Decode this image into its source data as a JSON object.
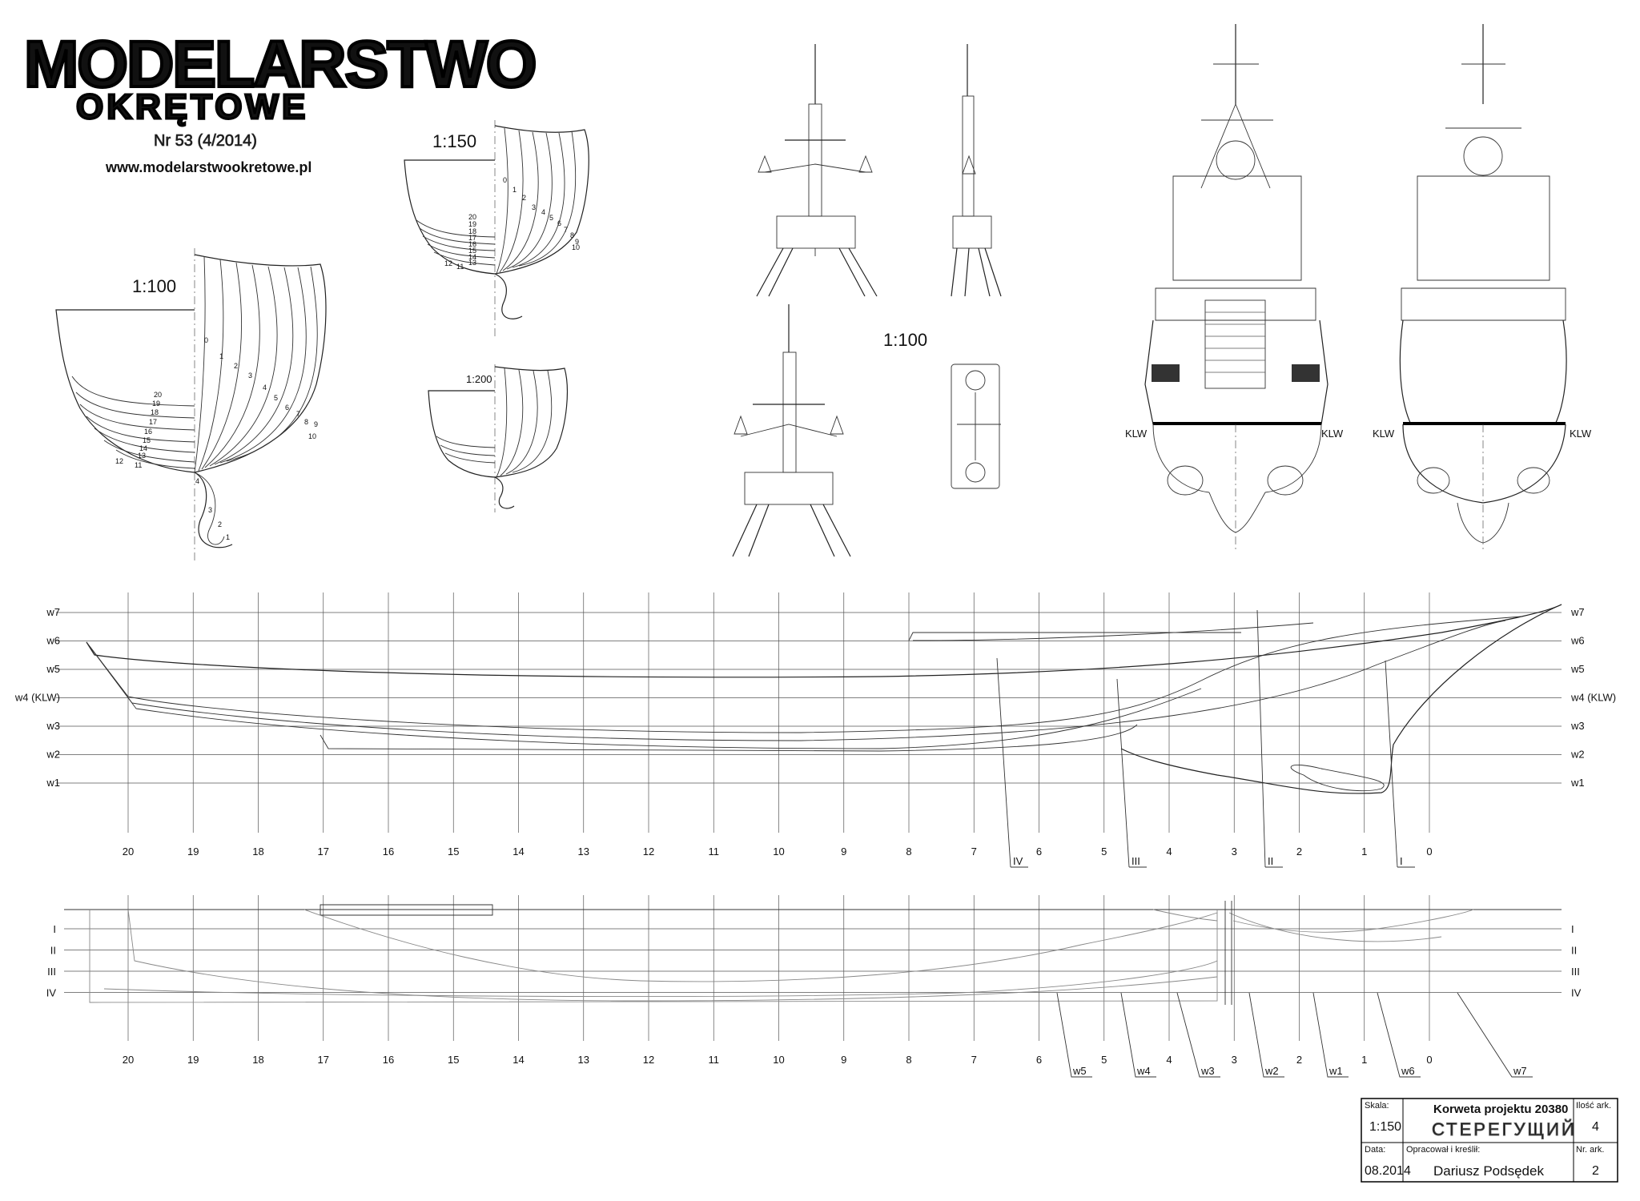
{
  "header": {
    "title_line1": "MODELARSTWO",
    "title_line2": "OKRĘTOWE",
    "issue": "Nr 53 (4/2014)",
    "website": "www.modelarstwookretowe.pl"
  },
  "scales": {
    "body_plan_large": "1:100",
    "body_plan_medium": "1:150",
    "body_plan_small": "1:200",
    "mast_views": "1:100"
  },
  "body_plan": {
    "station_labels_fwd": [
      "0",
      "1",
      "2",
      "3",
      "4",
      "5",
      "6",
      "7",
      "8",
      "9",
      "10"
    ],
    "station_labels_aft": [
      "20",
      "19",
      "18",
      "17",
      "16",
      "15",
      "14",
      "13",
      "12",
      "11"
    ],
    "keel_labels": [
      "4",
      "3",
      "2",
      "1"
    ]
  },
  "front_views": {
    "waterline_label": "KLW"
  },
  "waterline_plan": {
    "levels": [
      "w7",
      "w6",
      "w5",
      "w4 (KLW)",
      "w3",
      "w2",
      "w1"
    ],
    "stations": [
      "20",
      "19",
      "18",
      "17",
      "16",
      "15",
      "14",
      "13",
      "12",
      "11",
      "10",
      "9",
      "8",
      "7",
      "6",
      "5",
      "4",
      "3",
      "2",
      "1",
      "0"
    ],
    "buttock_tags": [
      "IV",
      "III",
      "II",
      "I"
    ]
  },
  "half_breadth_plan": {
    "buttocks": [
      "I",
      "II",
      "III",
      "IV"
    ],
    "stations": [
      "20",
      "19",
      "18",
      "17",
      "16",
      "15",
      "14",
      "13",
      "12",
      "11",
      "10",
      "9",
      "8",
      "7",
      "6",
      "5",
      "4",
      "3",
      "2",
      "1",
      "0"
    ],
    "waterline_tags": [
      "w5",
      "w4",
      "w3",
      "w2",
      "w1",
      "w6",
      "w7"
    ]
  },
  "title_block": {
    "scale_label": "Skala:",
    "scale_value": "1:150",
    "project_title": "Korweta projektu 20380",
    "ship_name": "СТЕРЕГУЩИЙ",
    "sheets_label": "Ilość ark.",
    "sheets_value": "4",
    "date_label": "Data:",
    "date_value": "08.2014",
    "author_label": "Opracował i kreślił:",
    "author_value": "Dariusz Podsędek",
    "sheet_no_label": "Nr. ark.",
    "sheet_no_value": "2"
  }
}
